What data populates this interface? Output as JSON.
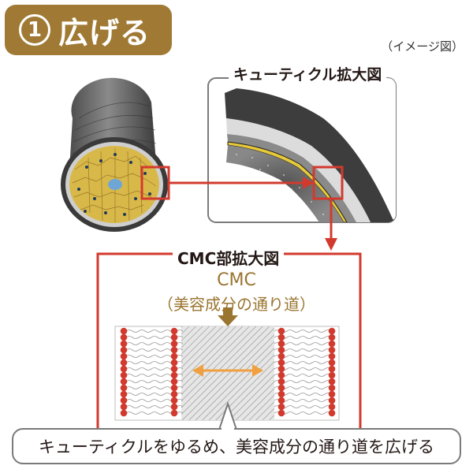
{
  "title": {
    "number": "1",
    "text": "広げる"
  },
  "image_note": "（イメージ図）",
  "cuticle_panel": {
    "label": "キューティクル拡大図"
  },
  "cmc_panel": {
    "label": "CMC部拡大図",
    "name": "CMC",
    "subtitle": "（美容成分の通り道）"
  },
  "caption": "キューティクルをゆるめ、美容成分の通り道を広げる",
  "colors": {
    "brand_gold": "#a07a34",
    "highlight_red": "#d23a2e",
    "arrow_orange": "#f0a040",
    "cortex_yellow": "#d9b84a"
  }
}
